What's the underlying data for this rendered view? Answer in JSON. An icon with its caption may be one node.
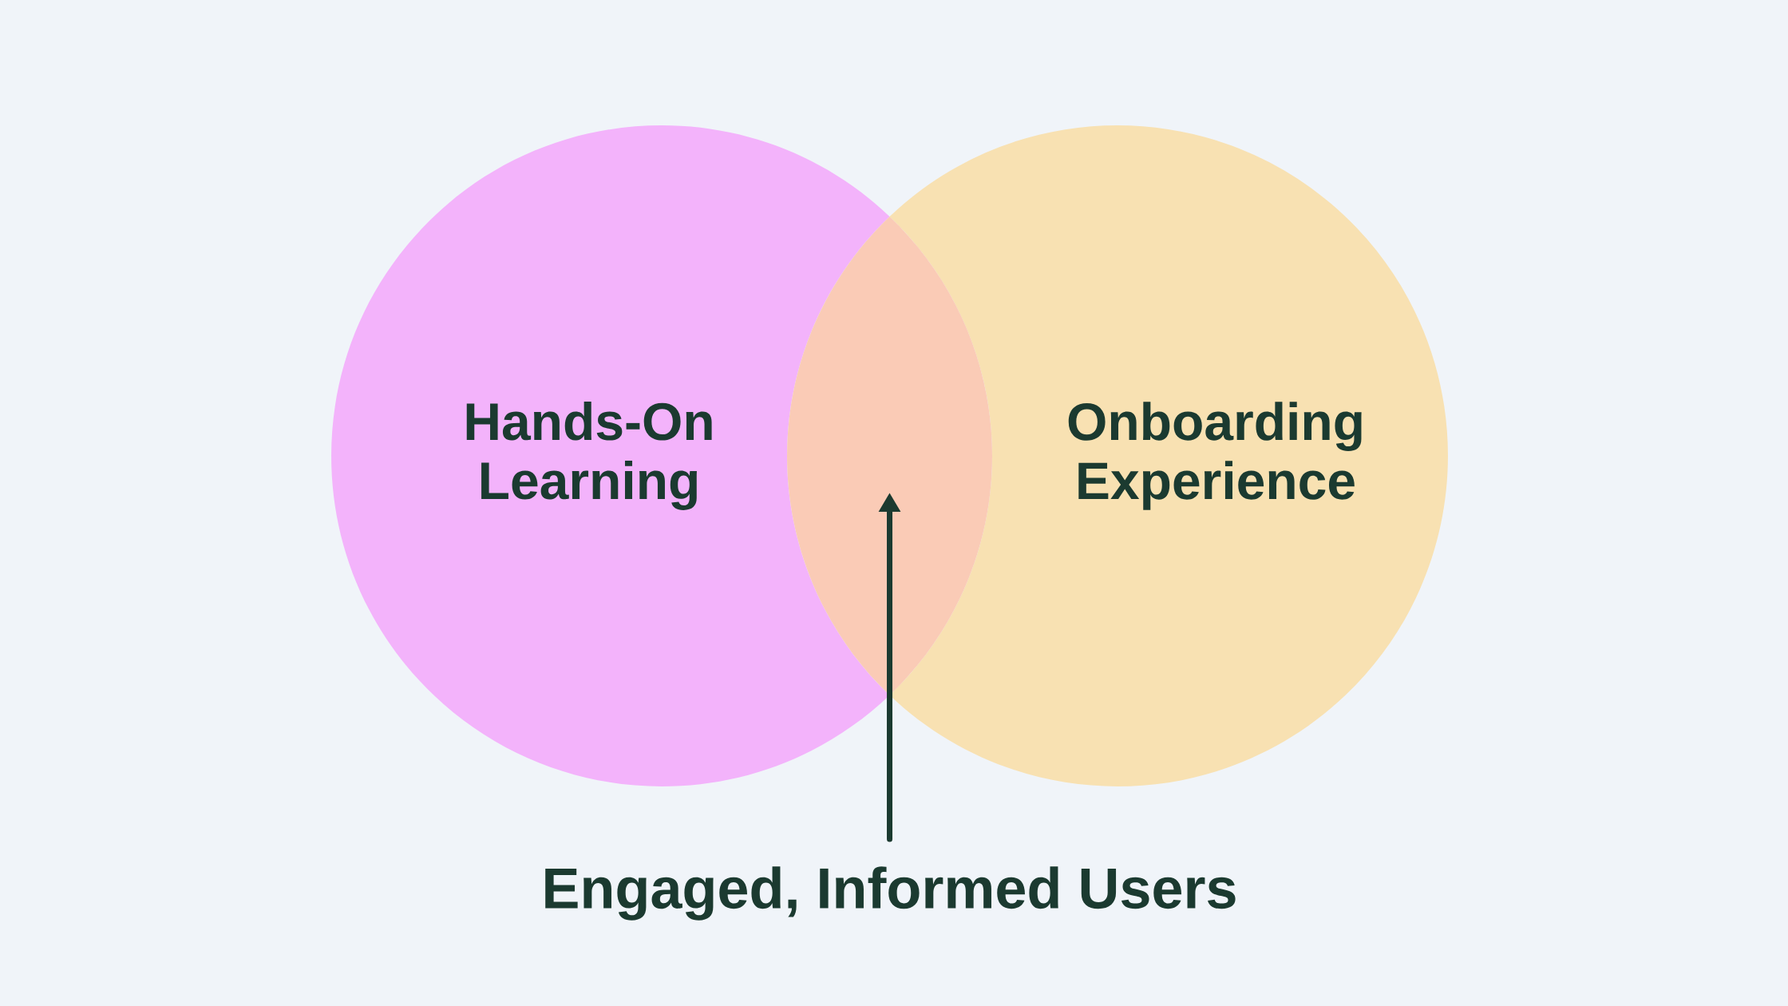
{
  "diagram": {
    "nodes": [
      {
        "text": [
          "Hands-On Learning"
        ]
      },
      {
        "text": [
          "Onboarding Experience"
        ]
      },
      {
        "text": [
          "Engaged, Informed Users"
        ]
      },
      {
        "text": [],
        "shape": "lens"
      }
    ],
    "edges": [
      {
        "from": 2,
        "to": 3,
        "arrow": "to"
      }
    ]
  }
}
